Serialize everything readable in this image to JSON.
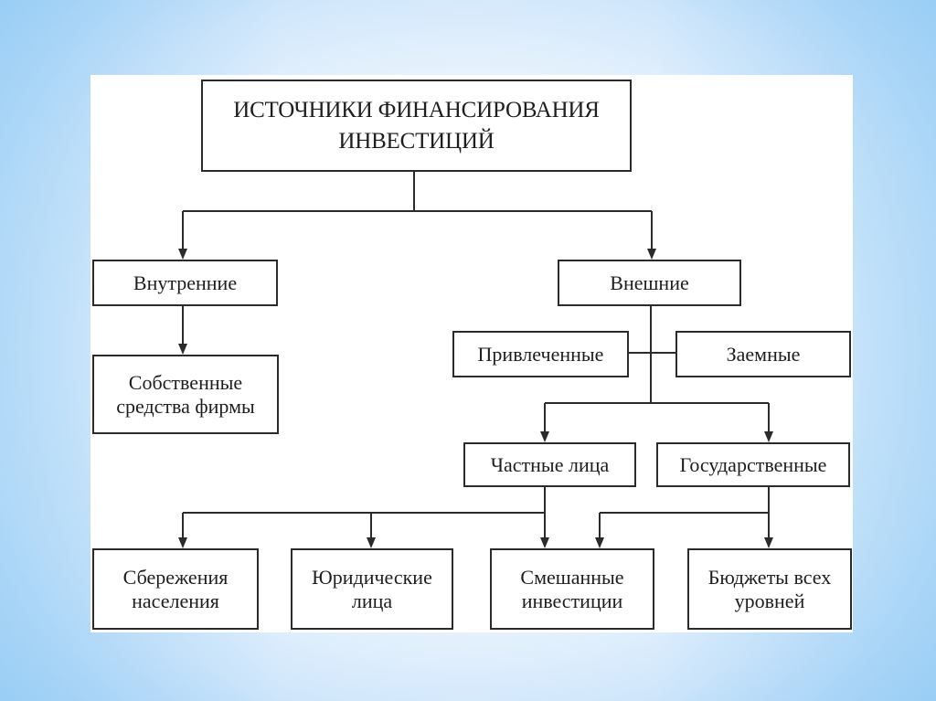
{
  "diagram": {
    "title": "ИСТОЧНИКИ ФИНАНСИРОВАНИЯ\nИНВЕСТИЦИЙ",
    "nodes": {
      "root": "ИСТОЧНИКИ ФИНАНСИРОВАНИЯ\nИНВЕСТИЦИЙ",
      "internal": "Внутренние",
      "own_funds": "Собственные\nсредства фирмы",
      "external": "Внешние",
      "attracted": "Привлеченные",
      "borrowed": "Заемные",
      "private": "Частные лица",
      "state": "Государственные",
      "savings": "Сбережения\nнаселения",
      "legal": "Юридические\nлица",
      "mixed": "Смешанные\nинвестиции",
      "budgets": "Бюджеты всех\nуровней"
    },
    "edges": [
      {
        "from": "root",
        "to": "internal",
        "arrow": true
      },
      {
        "from": "root",
        "to": "external",
        "arrow": true
      },
      {
        "from": "internal",
        "to": "own_funds",
        "arrow": true
      },
      {
        "from": "external",
        "to": "attracted",
        "arrow": false
      },
      {
        "from": "external",
        "to": "borrowed",
        "arrow": false
      },
      {
        "from": "external",
        "to": "private",
        "arrow": true
      },
      {
        "from": "external",
        "to": "state",
        "arrow": true
      },
      {
        "from": "private",
        "to": "savings",
        "arrow": true
      },
      {
        "from": "private",
        "to": "legal",
        "arrow": true
      },
      {
        "from": "private",
        "to": "mixed",
        "arrow": true
      },
      {
        "from": "state",
        "to": "mixed",
        "arrow": true
      },
      {
        "from": "state",
        "to": "budgets",
        "arrow": true
      }
    ]
  }
}
